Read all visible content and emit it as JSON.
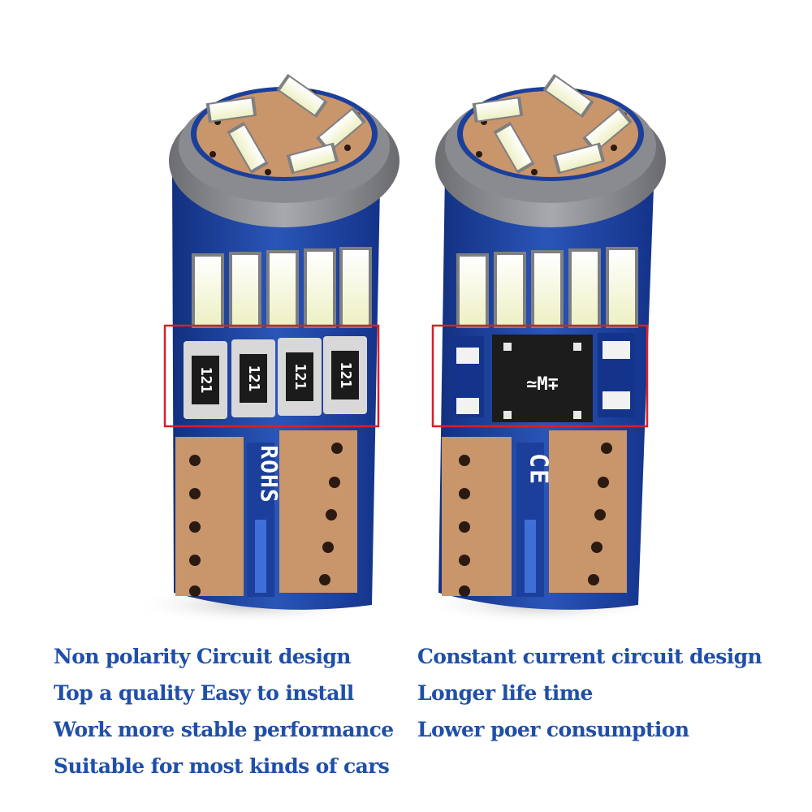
{
  "left_bulb": {
    "resistor_marking": "121",
    "board_marking": "ROHS",
    "highlight_color": "#d91f2b"
  },
  "right_bulb": {
    "chip_marking": "≃M∓",
    "board_marking": "CE",
    "highlight_color": "#d91f2b"
  },
  "colors": {
    "pcb_blue": "#1b3f9b",
    "copper": "#c9956a",
    "led_yellow": "#f3f1c6",
    "text_blue": "#1f4fa8"
  },
  "features": {
    "left": [
      "Non polarity Circuit design",
      "Top a quality Easy to install",
      "Work more stable performance",
      "Suitable for most kinds of cars"
    ],
    "right": [
      "Constant current circuit design",
      "Longer life time",
      "Lower poer consumption"
    ]
  }
}
